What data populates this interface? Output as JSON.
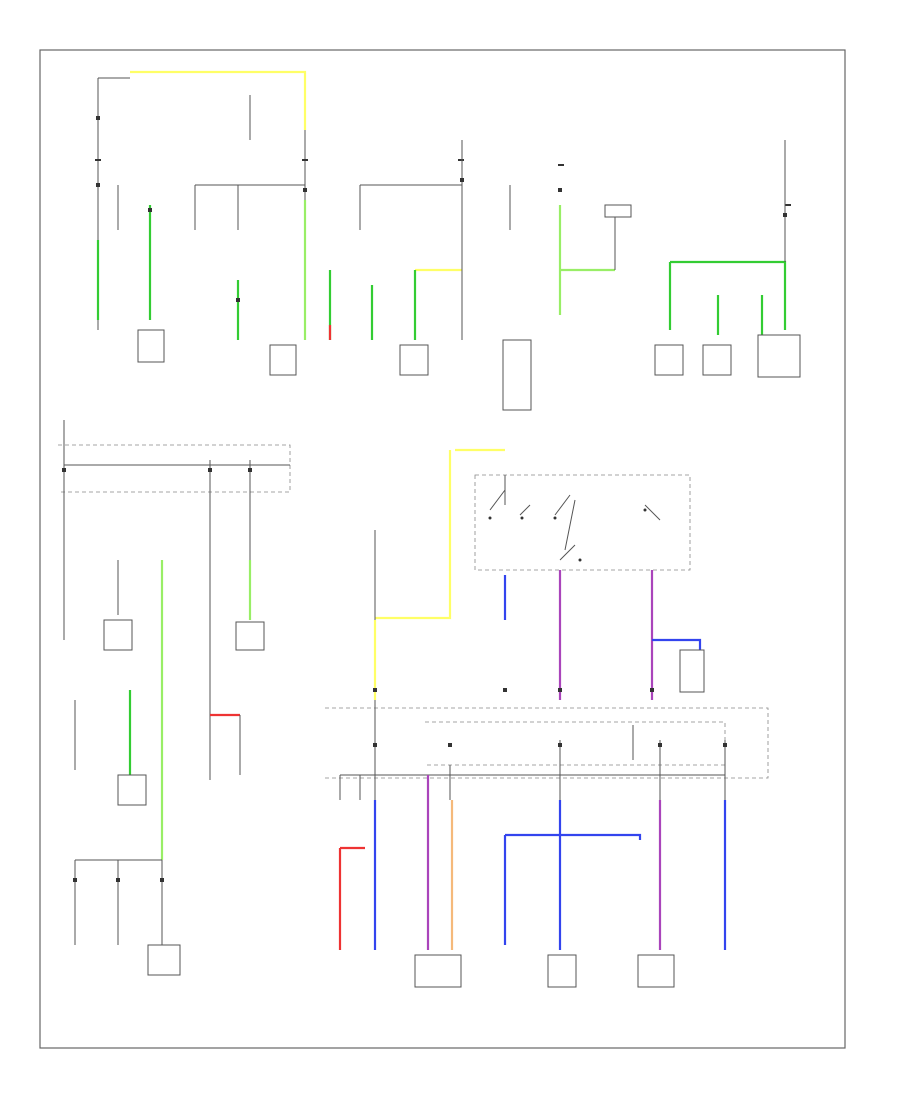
{
  "title_text": "",
  "wire_colors": {
    "yellow": "#ffff66",
    "green": "#33cc33",
    "blue": "#3344ee",
    "violet": "#aa44bb",
    "red": "#ee3333",
    "orange": "#f5b97a",
    "lightgreen": "#99ee66",
    "black": "#333333"
  },
  "components": [
    {
      "id": "c1",
      "label": "",
      "interactable": false
    },
    {
      "id": "c2",
      "label": "",
      "interactable": false
    },
    {
      "id": "c3",
      "label": "",
      "interactable": false
    },
    {
      "id": "c4",
      "label": "",
      "interactable": false
    },
    {
      "id": "c5",
      "label": "",
      "interactable": false
    },
    {
      "id": "c6",
      "label": "",
      "interactable": false
    },
    {
      "id": "c7",
      "label": "",
      "interactable": false
    },
    {
      "id": "c8",
      "label": "",
      "interactable": false
    },
    {
      "id": "c9",
      "label": "",
      "interactable": false
    },
    {
      "id": "c10",
      "label": "",
      "interactable": false
    },
    {
      "id": "c11",
      "label": "",
      "interactable": false
    },
    {
      "id": "c12",
      "label": "",
      "interactable": false
    },
    {
      "id": "c13",
      "label": "",
      "interactable": false
    },
    {
      "id": "c14",
      "label": "",
      "interactable": false
    },
    {
      "id": "c15",
      "label": "",
      "interactable": false
    },
    {
      "id": "c16",
      "label": "",
      "interactable": false
    },
    {
      "id": "c17",
      "label": "",
      "interactable": false
    },
    {
      "id": "c18",
      "label": "",
      "interactable": false
    },
    {
      "id": "c19",
      "label": "",
      "interactable": false
    },
    {
      "id": "c20",
      "label": "",
      "interactable": false
    },
    {
      "id": "c21",
      "label": "",
      "interactable": false
    },
    {
      "id": "c22",
      "label": "",
      "interactable": false
    },
    {
      "id": "c23",
      "label": "",
      "interactable": false
    },
    {
      "id": "c24",
      "label": "",
      "interactable": false
    },
    {
      "id": "c25",
      "label": "",
      "interactable": false
    },
    {
      "id": "c26",
      "label": "",
      "interactable": false
    }
  ]
}
